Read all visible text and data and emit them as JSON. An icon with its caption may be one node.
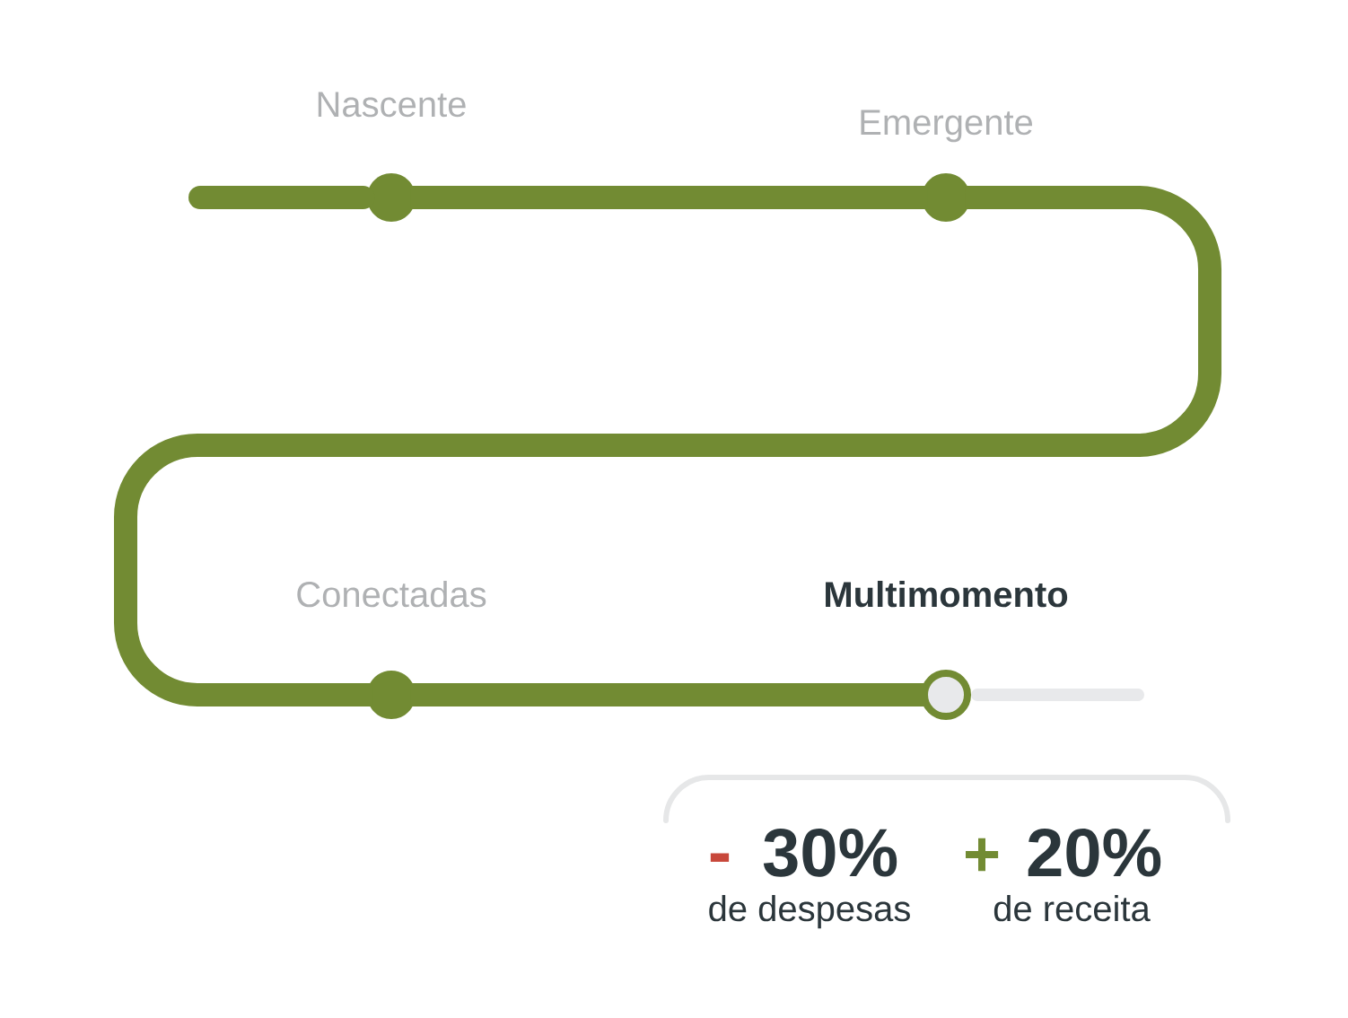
{
  "diagram": {
    "nodes": [
      {
        "text": [
          "Nascente"
        ]
      },
      {
        "text": [
          "Emergente"
        ]
      },
      {
        "text": [
          "Conectadas"
        ]
      },
      {
        "text": [
          "Multimomento"
        ]
      },
      {
        "text": [
          "-",
          "30%",
          "de despesas",
          "+",
          "20%",
          "de receita"
        ]
      }
    ],
    "edges": [
      {
        "from": null,
        "to": 0,
        "arrow": "none"
      },
      {
        "from": 0,
        "to": 1,
        "arrow": "none"
      },
      {
        "from": 1,
        "to": 2,
        "arrow": "none"
      },
      {
        "from": 2,
        "to": 3,
        "arrow": "none"
      },
      {
        "from": 3,
        "to": null,
        "arrow": "none",
        "color": "#e8e9eb"
      }
    ]
  }
}
